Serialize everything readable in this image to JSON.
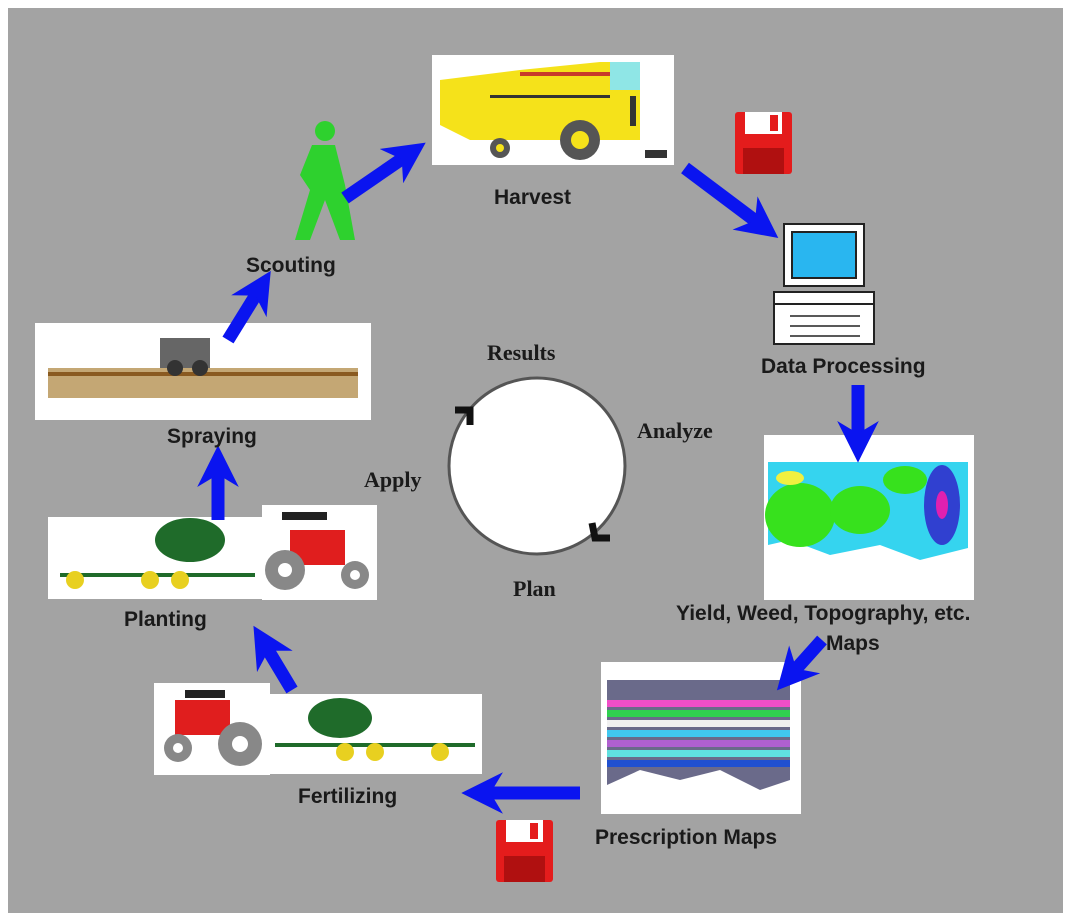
{
  "colors": {
    "background": "#a3a3a3",
    "arrow": "#0a14f0",
    "text": "#1a1a1a",
    "machinery_yellow": "#f2e21a",
    "machinery_green": "#1f6b2a",
    "tractor_red": "#e01e1e",
    "scout_green": "#2ed12e",
    "disk_red": "#e41c1c"
  },
  "stages": {
    "harvest": "Harvest",
    "data_processing": "Data Processing",
    "maps_line1": "Yield, Weed, Topography, etc.",
    "maps_line2": "Maps",
    "prescription_maps": "Prescription Maps",
    "fertilizing": "Fertilizing",
    "planting": "Planting",
    "spraying": "Spraying",
    "scouting": "Scouting"
  },
  "cycle": {
    "results": "Results",
    "analyze": "Analyze",
    "plan": "Plan",
    "apply": "Apply"
  }
}
